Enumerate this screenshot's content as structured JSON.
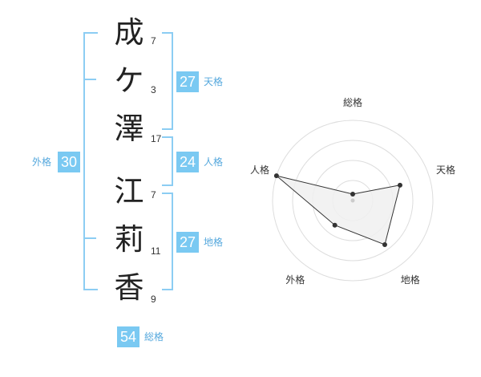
{
  "surname": [
    {
      "char": "成",
      "strokes": "7"
    },
    {
      "char": "ケ",
      "strokes": "3"
    },
    {
      "char": "澤",
      "strokes": "17"
    }
  ],
  "given": [
    {
      "char": "江",
      "strokes": "7"
    },
    {
      "char": "莉",
      "strokes": "11"
    },
    {
      "char": "香",
      "strokes": "9"
    }
  ],
  "kaku": {
    "tenkaku": {
      "value": "27",
      "label": "天格"
    },
    "jinkaku": {
      "value": "24",
      "label": "人格"
    },
    "chikaku": {
      "value": "27",
      "label": "地格"
    },
    "gaikaku": {
      "value": "30",
      "label": "外格"
    },
    "soukaku": {
      "value": "54",
      "label": "総格"
    }
  },
  "radar": {
    "axes": [
      "総格",
      "天格",
      "地格",
      "外格",
      "人格"
    ],
    "values": [
      0.08,
      0.62,
      0.68,
      0.38,
      1.0
    ],
    "fill_color": "#f0f0f0",
    "line_color": "#333333",
    "ring_color": "#dddddd"
  }
}
